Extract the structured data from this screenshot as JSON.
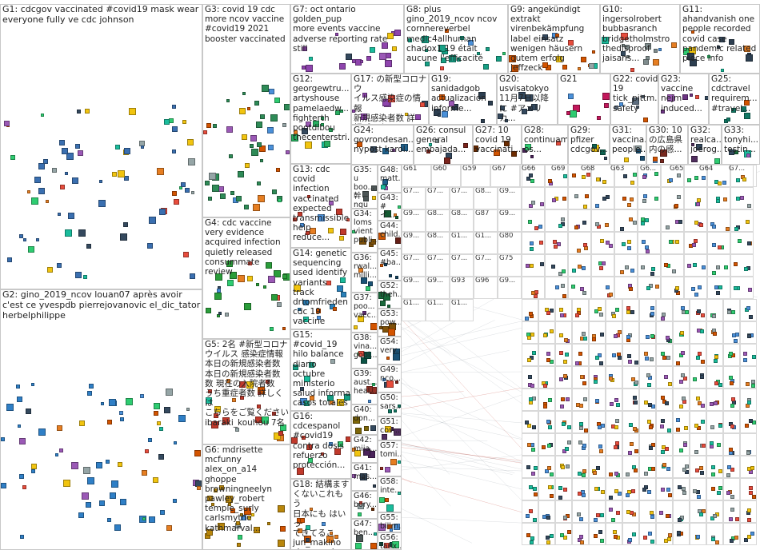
{
  "groups": [
    {
      "id": "G1",
      "label": "G1: cdcgov vaccinated #covid19 mask wear\neveryone fully ve cdc johnson",
      "color": "#3a6fb0"
    },
    {
      "id": "G2",
      "label": "G2: gino_2019_ncov louan07 après avoir\nc'est ce yvespdb pierrejovanovic el_dic_tator\nherbelphilippe",
      "color": "#2f7fc6"
    },
    {
      "id": "G3",
      "label": "G3: covid 19 cdc\nmore ncov vaccine\n#covid19 2021\nbooster vaccinated",
      "color": "#2e8b57"
    },
    {
      "id": "G4",
      "label": "G4: cdc vaccine\nvery evidence\nacquired infection\nquietly released\nconsummate review",
      "color": "#2a9d3a"
    },
    {
      "id": "G5",
      "label": "G5: 2名 #新型コロナ\nウイルス 感染症情報\n本日の新規感染者数\n本日の新規感染者数\n数 現在の入院者数\nうち重症者数 詳しくは\nこちらをご覧ください\nibaraki_kouhou 7名",
      "color": "#c0392b"
    },
    {
      "id": "G6",
      "label": "G6: mdrisette\nmcfunny\nalex_on_a14\nghoppe\nbrowningneelyn\npawley_robert\ntemple_surly\ncarlsmythe\nkathmarval...",
      "color": "#b8860b"
    },
    {
      "id": "G7",
      "label": "G7: oct ontario golden_pup\nmore events vaccine\nadverse reporting rate still",
      "color": "#8e44ad"
    },
    {
      "id": "G8",
      "label": "G8: plus\ngino_2019_ncov ncov\ncornnereverbel\nmedic4allhuman\nchadox1 19 était\naucune l'efficacité",
      "color": "#16a085"
    },
    {
      "id": "G9",
      "label": "G9: angekündigt\nextrakt\nvirenbekämpfung\nlabel einsatz\nwenigen häusern\ngutem erfolg jeffzeck",
      "color": "#d35400"
    },
    {
      "id": "G10",
      "label": "G10:\ningersolrobert\nbubbasranch\nbridgetholmstro\nthedisproof\njaisans...",
      "color": "#7f8c8d"
    },
    {
      "id": "G11",
      "label": "G11:\nahandvanish one\npeople recorded\ncovid case\npandemic related\npiece info",
      "color": "#2c3e50"
    },
    {
      "id": "G12",
      "label": "G12:\ngeorgewtru...\nartyshouse\npamelaedw...\nfighterth\npootdibou\nthecenterstri...",
      "color": "#27ae60"
    },
    {
      "id": "G13",
      "label": "G13: cdc\ncovid\ninfection\nvaccinated\nexpected\ntransmissible\nhelp reduce...",
      "color": "#c0392b"
    },
    {
      "id": "G14",
      "label": "G14: genetic\nsequencing\nused identify\nvariants track\ndrtomfrieden\ncdc 19\nvaccine",
      "color": "#2980b9"
    },
    {
      "id": "G15",
      "label": "G15:\n#covid_19\nhilo balance\ndiario octubre\nministerio\nsalud informa\ncasos totales",
      "color": "#16a085"
    },
    {
      "id": "G16",
      "label": "G16:\ncdcespanol\n#covid19\ncontra dosis\nrefuerzo\nprotección...",
      "color": "#c0392b"
    },
    {
      "id": "G17",
      "label": "G17: の新型コロナウ\nイルス感染症の情報\n新規感染者数 詳\n細データについては...",
      "color": "#8e44ad"
    },
    {
      "id": "G18",
      "label": "G18: 結構ます\nくないこれもう\n日本にも はいっ\nてきてるこ\njun_makino\nsirenamel...",
      "color": "#e67e22"
    },
    {
      "id": "G19",
      "label": "G19:\nsanidadgob\nactualización\ninforme...",
      "color": "#2c3e50"
    },
    {
      "id": "G20",
      "label": "G20:\nusvisatokyo\n11月7日以降\nに #アメリカ...",
      "color": "#34495e"
    },
    {
      "id": "G21",
      "label": "G21",
      "color": "#c2185b"
    },
    {
      "id": "G22",
      "label": "G22: covid\n19\ntick_pittm...\nsafety",
      "color": "#5d6d7e"
    },
    {
      "id": "G23",
      "label": "G23:\nvaccine\nnejm\ninduced...",
      "color": "#6c3483"
    },
    {
      "id": "G24",
      "label": "G24:\ngovrondesan...\nnypost karol...",
      "color": "#1f618d"
    },
    {
      "id": "G25",
      "label": "G25:\ncdctravel\nrequirem...\n#travel...",
      "color": "#117864"
    },
    {
      "id": "G26",
      "label": "G26: consul\ngeneral\nembajada...",
      "color": "#7b241c"
    },
    {
      "id": "G27",
      "label": "G27: 10\ncovid 19\nvaccinati...",
      "color": "#6e2c00"
    },
    {
      "id": "G28",
      "label": "G28:\ncontinuam\nos...",
      "color": "#4a235a"
    },
    {
      "id": "G29",
      "label": "G29:\npfizer\ncdcgov...",
      "color": "#0e6251"
    },
    {
      "id": "G30",
      "label": "G30: 10\nの広島県\n内の感...",
      "color": "#78281f"
    },
    {
      "id": "G31",
      "label": "G31:\nvaccina...\npeople...",
      "color": "#1b4f72"
    },
    {
      "id": "G32",
      "label": "G32:\nrealca...\njoerog...",
      "color": "#512e5f"
    },
    {
      "id": "G33",
      "label": "G33:\ntonyhi...\ntestin...",
      "color": "#186a3b"
    },
    {
      "id": "G34",
      "label": "G34:\nloms\nvient\npubli...",
      "color": "#7e5109"
    },
    {
      "id": "G35",
      "label": "G35:\nu\nboo...\n幹 ngu",
      "color": "#4d5656"
    },
    {
      "id": "G36",
      "label": "G36:\nrwal...\nmilli...",
      "color": "#1a5276"
    },
    {
      "id": "G37",
      "label": "G37:\npoo...\nvacc...",
      "color": "#6c3483"
    },
    {
      "id": "G38",
      "label": "G38:\nvina...\ngobi...",
      "color": "#0b5345"
    },
    {
      "id": "G39",
      "label": "G39:\naust...\nheal...",
      "color": "#943126"
    },
    {
      "id": "G40",
      "label": "G40:\ndon...",
      "color": "#7d6608"
    },
    {
      "id": "G41",
      "label": "G41:\nmas...",
      "color": "#2e4053"
    },
    {
      "id": "G42",
      "label": "G42:\nmija...",
      "color": "#4a235a"
    },
    {
      "id": "G43",
      "label": "G43:\n#イ...",
      "color": "#145a32"
    },
    {
      "id": "G44",
      "label": "G44:\nchild...",
      "color": "#641e16"
    },
    {
      "id": "G45",
      "label": "G45:\n#ba...",
      "color": "#154360"
    },
    {
      "id": "G46",
      "label": "G46:\nbory...",
      "color": "#6e2c00"
    },
    {
      "id": "G47",
      "label": "G47:\nben...",
      "color": "#4d5656"
    },
    {
      "id": "G48",
      "label": "G48:\nmatt...",
      "color": "#1f618d"
    },
    {
      "id": "G49",
      "label": "G49:\nnco...",
      "color": "#7b241c"
    },
    {
      "id": "G50",
      "label": "G50:\nsars...",
      "color": "#117864"
    },
    {
      "id": "G51",
      "label": "G51:\ncov...",
      "color": "#512e5f"
    },
    {
      "id": "G52",
      "label": "G52:\ntheh...",
      "color": "#186a3b"
    },
    {
      "id": "G53",
      "label": "G53:\npow...",
      "color": "#7e5109"
    },
    {
      "id": "G54",
      "label": "G54:\nvery...",
      "color": "#1a5276"
    },
    {
      "id": "G55",
      "label": "G55:\nbillm...",
      "color": "#6c3483"
    },
    {
      "id": "G56",
      "label": "G56:\ntaux...",
      "color": "#0b5345"
    },
    {
      "id": "G57",
      "label": "G57:\ntomi...",
      "color": "#943126"
    },
    {
      "id": "G58",
      "label": "G58:\ninte...",
      "color": "#7d6608"
    }
  ],
  "mini_labels": [
    "G61",
    "G60",
    "G59",
    "G67",
    "G66",
    "G69",
    "G68",
    "G63",
    "G6...",
    "G65",
    "G64",
    "G7...",
    "G7...",
    "G7...",
    "G7...",
    "G8...",
    "G9...",
    "G9...",
    "G8...",
    "G8...",
    "G87",
    "G9...",
    "G9...",
    "G8...",
    "G1...",
    "G1...",
    "G80",
    "G7...",
    "G7...",
    "G7...",
    "G7...",
    "G75",
    "G9...",
    "G9...",
    "G93",
    "G96",
    "G9...",
    "G1...",
    "G1...",
    "G1..."
  ]
}
